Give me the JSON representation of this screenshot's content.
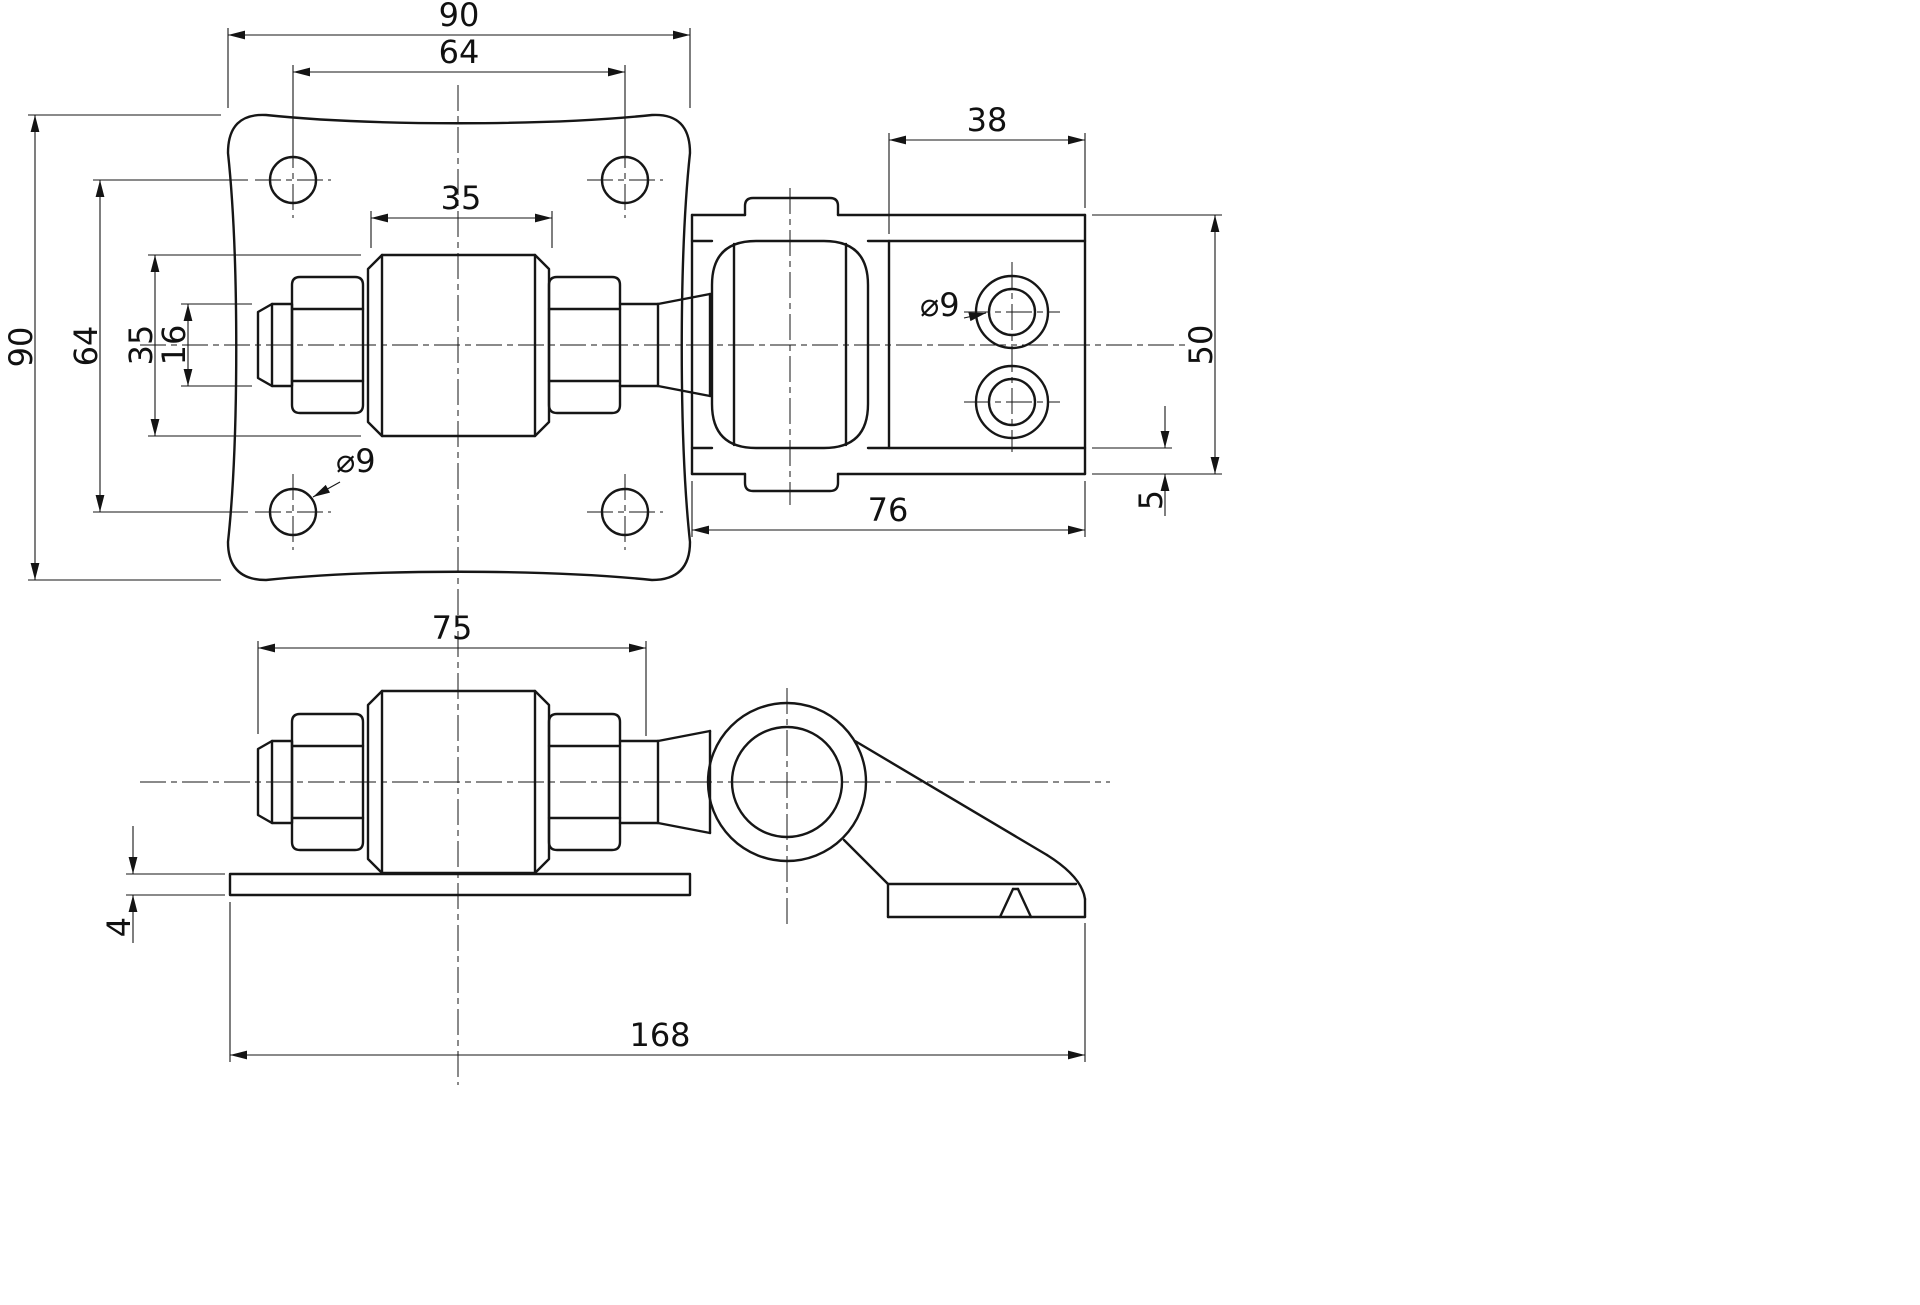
{
  "page": {
    "background": "#ffffff",
    "line_color": "#161616",
    "drawing_type": "technical dimensional drawing, adjustable gate hinge, two orthographic views"
  },
  "dims": {
    "top": {
      "plate_width": "90",
      "hole_pitch_x": "64",
      "barrel_length": "35",
      "block_width": "38",
      "plate_height": "90",
      "hole_pitch_y": "64",
      "barrel_dia": "35",
      "rod_dia": "16",
      "bracket_height": "50",
      "flange_thickness": "5",
      "bracket_length": "76",
      "plate_hole_dia": "⌀9",
      "bracket_hole_dia": "⌀9"
    },
    "side": {
      "adjuster_length": "75",
      "plate_thickness": "4",
      "overall_length": "168"
    }
  }
}
